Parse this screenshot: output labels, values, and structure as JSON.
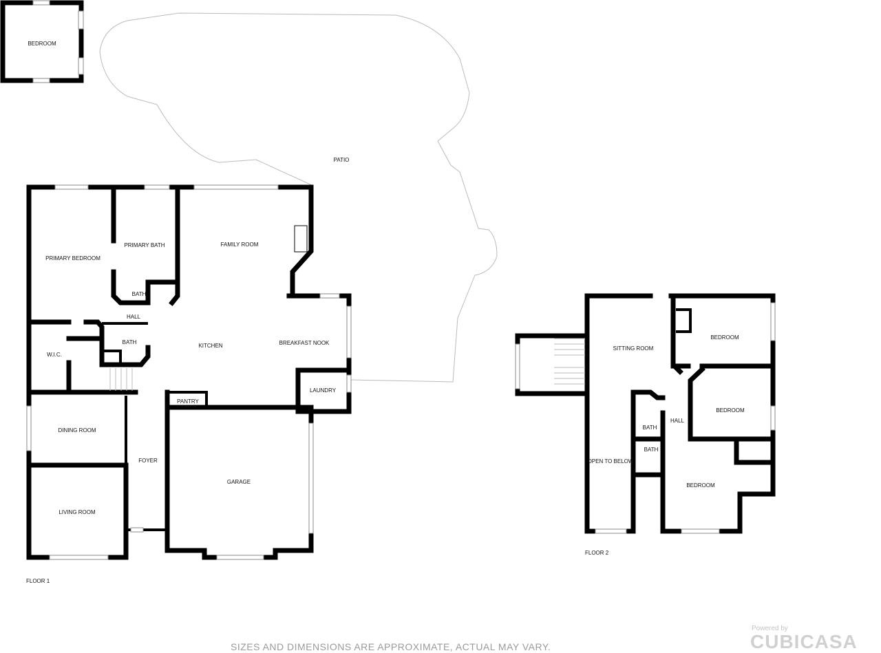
{
  "rooms": {
    "bedroom_detached": "BEDROOM",
    "patio": "PATIO",
    "primary_bedroom": "PRIMARY BEDROOM",
    "primary_bath": "PRIMARY BATH",
    "family_room": "FAMILY ROOM",
    "bath1": "BATH",
    "hall1": "HALL",
    "bath2": "BATH",
    "wic": "W.I.C.",
    "kitchen": "KITCHEN",
    "breakfast_nook": "BREAKFAST NOOK",
    "laundry": "LAUNDRY",
    "pantry": "PANTRY",
    "dining_room": "DINING ROOM",
    "foyer": "FOYER",
    "garage": "GARAGE",
    "living_room": "LIVING ROOM",
    "sitting_room": "SITTING ROOM",
    "bedroom_a": "BEDROOM",
    "bedroom_b": "BEDROOM",
    "bedroom_c": "BEDROOM",
    "hall2": "HALL",
    "bath3": "BATH",
    "bath4": "BATH",
    "open_to_below": "OPEN TO BELOW"
  },
  "floors": {
    "floor1": "FLOOR 1",
    "floor2": "FLOOR 2"
  },
  "footer": {
    "disclaimer": "SIZES AND DIMENSIONS ARE APPROXIMATE, ACTUAL MAY VARY.",
    "powered_by": "Powered by",
    "brand": "CUBICASA"
  }
}
